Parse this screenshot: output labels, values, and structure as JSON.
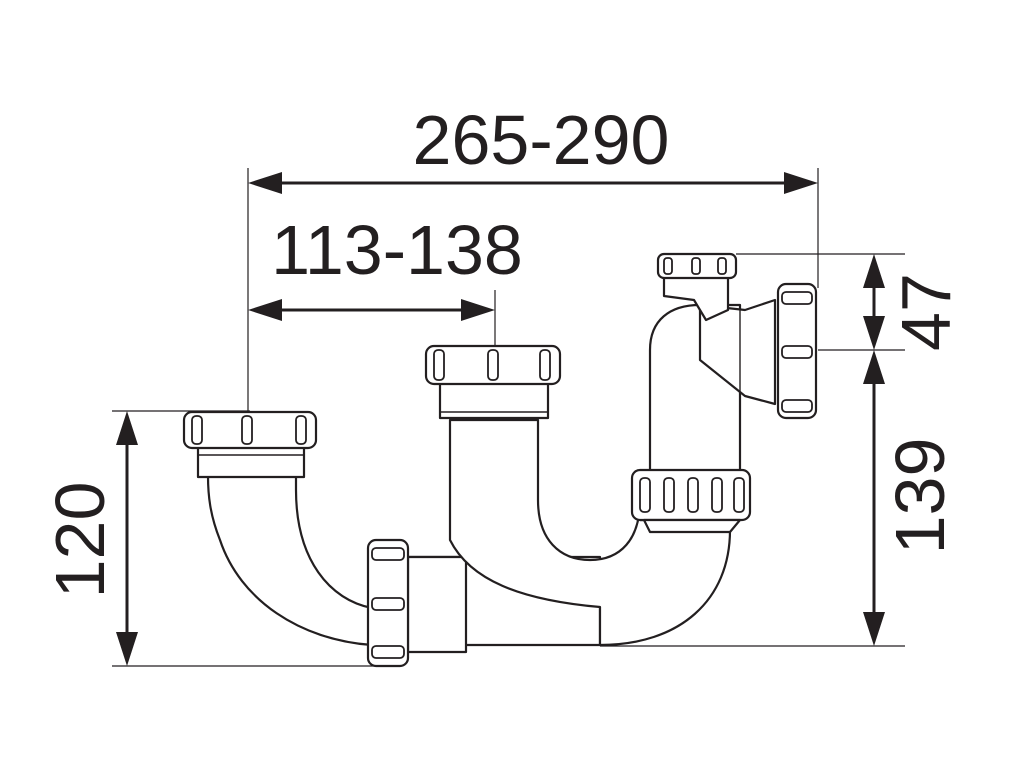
{
  "drawing": {
    "subject": "",
    "dimensions": {
      "overall_width": "265-290",
      "inlet_offset": "113-138",
      "left_height": "120",
      "top_fitting": "47",
      "right_height": "139"
    }
  },
  "colors": {
    "line": "#231f20",
    "background": "#ffffff"
  }
}
